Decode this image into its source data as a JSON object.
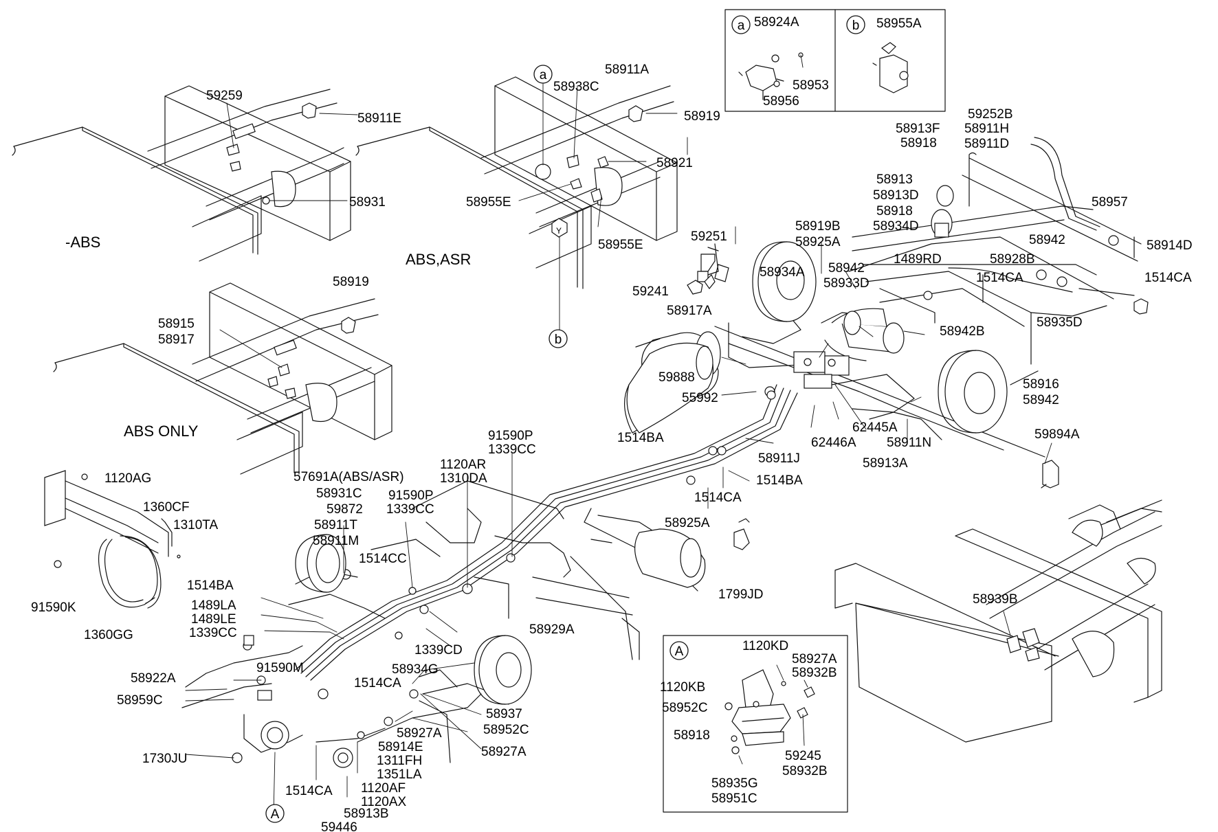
{
  "section_titles": {
    "no_abs": "-ABS",
    "abs_asr": "ABS,ASR",
    "abs_only": "ABS ONLY"
  },
  "callouts": {
    "a": "a",
    "b": "b",
    "A": "A",
    "y": "Y"
  },
  "insets": {
    "a": {
      "badge": "a",
      "labels": [
        "58924A",
        "58953",
        "58956"
      ]
    },
    "b": {
      "badge": "b",
      "labels": [
        "58955A"
      ]
    },
    "A": {
      "badge": "A",
      "labels": [
        "1120KD",
        "58927A",
        "58932B",
        "1120KB",
        "58952C",
        "58918",
        "59245",
        "58932B",
        "58935G",
        "58951C"
      ]
    }
  },
  "labels": {
    "l59259": "59259",
    "l58911E": "58911E",
    "l58931": "58931",
    "l58938C": "58938C",
    "l58911A": "58911A",
    "l58919a": "58919",
    "l58921": "58921",
    "l58955E1": "58955E",
    "l58955E2": "58955E",
    "l58919b": "58919",
    "l58915": "58915",
    "l58917": "58917",
    "l59252B": "59252B",
    "l58911H": "58911H",
    "l58911D": "58911D",
    "l58913F": "58913F",
    "l58918a": "58918",
    "l58913": "58913",
    "l58913D": "58913D",
    "l58918b": "58918",
    "l58934D": "58934D",
    "l58957": "58957",
    "l58942a": "58942",
    "l58914D": "58914D",
    "l1489RD": "1489RD",
    "l58928B": "58928B",
    "l1514CAr1": "1514CA",
    "l1514CAr2": "1514CA",
    "l59251": "59251",
    "l58919B": "58919B",
    "l58925Aa": "58925A",
    "l58934A": "58934A",
    "l58942b": "58942",
    "l58933D": "58933D",
    "l59241": "59241",
    "l58917A": "58917A",
    "l58935D": "58935D",
    "l58942B": "58942B",
    "l59888": "59888",
    "l55992": "55992",
    "l58916": "58916",
    "l58942c": "58942",
    "l62445A": "62445A",
    "l62446A": "62446A",
    "l58911N": "58911N",
    "l58911J": "58911J",
    "l58913A": "58913A",
    "l1514BAa": "1514BA",
    "l1514BAb": "1514BA",
    "l1514CAa": "1514CA",
    "l58925Ab": "58925A",
    "l59894A": "59894A",
    "l1799JD": "1799JD",
    "l91590P1": "91590P",
    "l1339CC1": "1339CC",
    "l1120AR": "1120AR",
    "l1310DA": "1310DA",
    "l57691A": "57691A(ABS/ASR)",
    "l58931C": "58931C",
    "l59872": "59872",
    "l58911T": "58911T",
    "l58911M": "58911M",
    "l91590P2": "91590P",
    "l1339CC2": "1339CC",
    "l1514CC": "1514CC",
    "l1120AG": "1120AG",
    "l1360CF": "1360CF",
    "l1310TA": "1310TA",
    "l91590K": "91590K",
    "l1360GG": "1360GG",
    "l1514BAc": "1514BA",
    "l1489LA": "1489LA",
    "l1489LE": "1489LE",
    "l1339CC3": "1339CC",
    "l58929A": "58929A",
    "l1339CD": "1339CD",
    "l58934G": "58934G",
    "l91590M": "91590M",
    "l1514CAb": "1514CA",
    "l58922A": "58922A",
    "l58959C": "58959C",
    "l58937": "58937",
    "l58952C": "58952C",
    "l58927Aa": "58927A",
    "l58927Ab": "58927A",
    "l58914E": "58914E",
    "l1311FH": "1311FH",
    "l1351LA": "1351LA",
    "l1120AF": "1120AF",
    "l1120AX": "1120AX",
    "l1730JU": "1730JU",
    "l1514CAc": "1514CA",
    "l58913B": "58913B",
    "l59446": "59446",
    "l58939B": "58939B"
  }
}
